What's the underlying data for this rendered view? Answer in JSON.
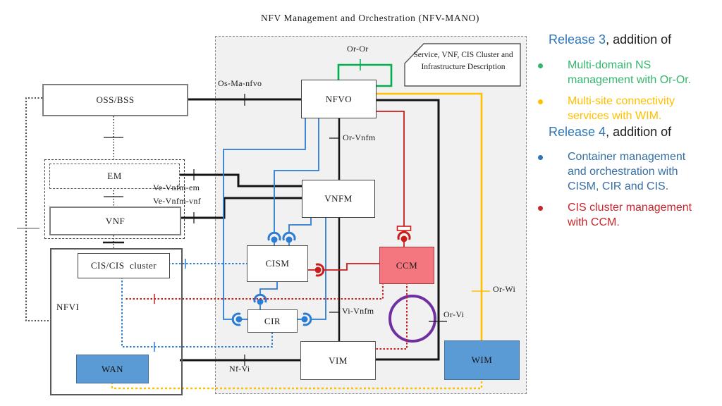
{
  "title": "NFV Management and Orchestration (NFV-MANO)",
  "note": "Service, VNF, CIS Cluster and Infrastructure Description",
  "boxes": {
    "oss_bss": "OSS/BSS",
    "em": "EM",
    "vnf": "VNF",
    "cis_cluster": "CIS/CIS  cluster",
    "nfvi": "NFVI",
    "wan": "WAN",
    "nfvo": "NFVO",
    "vnfm": "VNFM",
    "cism": "CISM",
    "cir": "CIR",
    "ccm": "CCM",
    "vim": "VIM",
    "wim": "WIM"
  },
  "labels": {
    "os_ma_nfvo": "Os-Ma-nfvo",
    "or_or": "Or-Or",
    "or_vnfm": "Or-Vnfm",
    "ve_vnfm_em": "Ve-Vnfm-em",
    "ve_vnfm_vnf": "Ve-Vnfm-vnf",
    "vi_vnfm": "Vi-Vnfm",
    "or_vi": "Or-Vi",
    "or_wi": "Or-Wi",
    "nf_vi": "Nf-Vi"
  },
  "legend": {
    "release3": {
      "highlight": "Release 3",
      "rest": ", addition of",
      "bullets": [
        {
          "text": "Multi-domain NS management with Or-Or.",
          "color": "#35B56E"
        },
        {
          "text": "Multi-site connectivity services with WIM.",
          "color": "#FFC000"
        }
      ]
    },
    "release4": {
      "highlight": "Release 4",
      "rest": ", addition of",
      "bullets": [
        {
          "text": "Container management and orchestration with CISM, CIR and CIS.",
          "color": "#376FA5"
        },
        {
          "text": "CIS cluster management with CCM.",
          "color": "#C9252B"
        }
      ]
    }
  },
  "colors": {
    "mano_fill": "#F1F1F1",
    "blue_line": "#2B7CD3",
    "red_line": "#CC1B1B",
    "green_line": "#00B050",
    "yellow_line": "#FFC000",
    "purple": "#7030A0",
    "blue_box_fill": "#5B9BD5",
    "ccm_fill": "#F4777F",
    "heading_blue": "#2E75B6"
  }
}
